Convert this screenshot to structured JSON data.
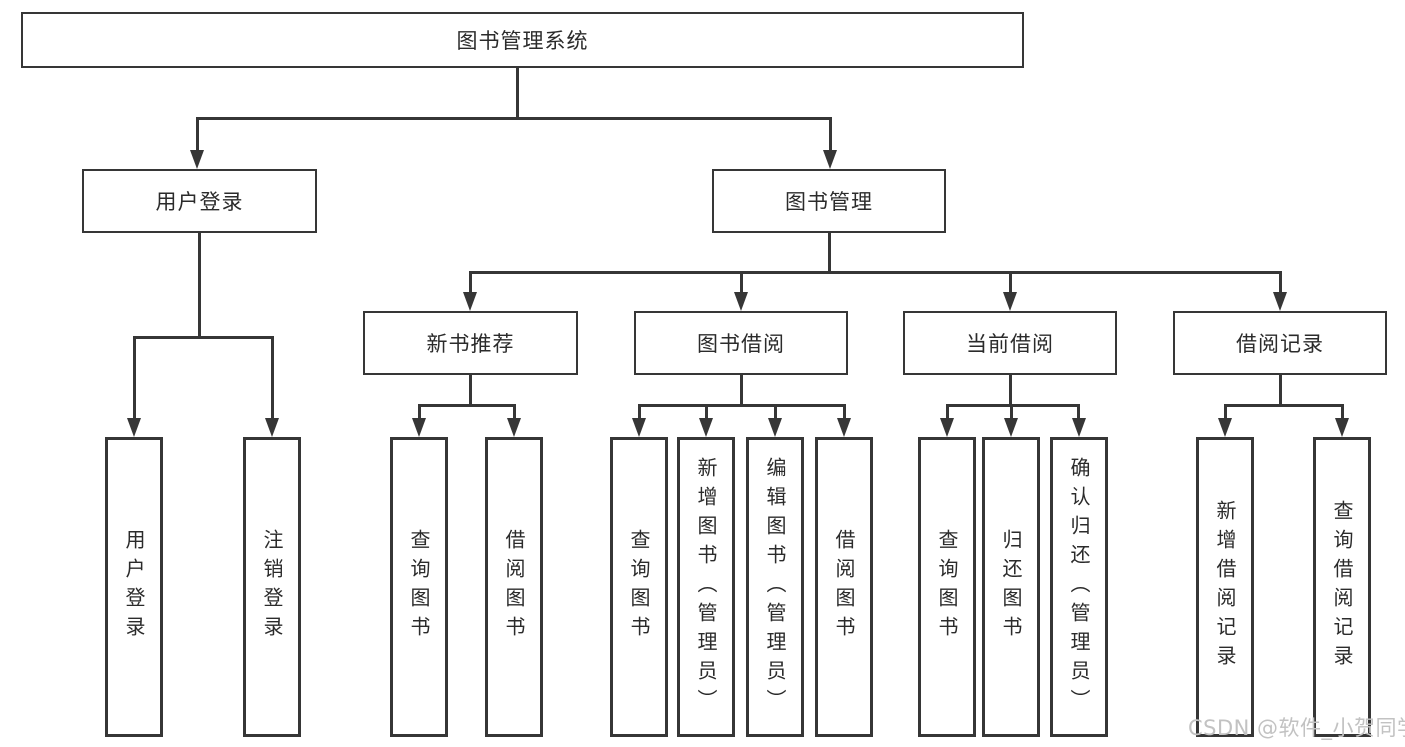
{
  "diagram": {
    "root": {
      "label": "图书管理系统"
    },
    "branches": [
      {
        "label": "用户登录",
        "children": [
          {
            "label": "用户登录"
          },
          {
            "label": "注销登录"
          }
        ]
      },
      {
        "label": "图书管理",
        "children": [
          {
            "label": "新书推荐",
            "children": [
              {
                "label": "查询图书"
              },
              {
                "label": "借阅图书"
              }
            ]
          },
          {
            "label": "图书借阅",
            "children": [
              {
                "label": "查询图书"
              },
              {
                "label": "新增图书（管理员）"
              },
              {
                "label": "编辑图书（管理员）"
              },
              {
                "label": "借阅图书"
              }
            ]
          },
          {
            "label": "当前借阅",
            "children": [
              {
                "label": "查询图书"
              },
              {
                "label": "归还图书"
              },
              {
                "label": "确认归还（管理员）"
              }
            ]
          },
          {
            "label": "借阅记录",
            "children": [
              {
                "label": "新增借阅记录"
              },
              {
                "label": "查询借阅记录"
              }
            ]
          }
        ]
      }
    ]
  },
  "watermark": {
    "text": "CSDN @软件_小贺同学"
  },
  "colors": {
    "line": "#363636",
    "text": "#2b2b2b",
    "background": "#ffffff",
    "watermark": "#c2c2c2"
  }
}
